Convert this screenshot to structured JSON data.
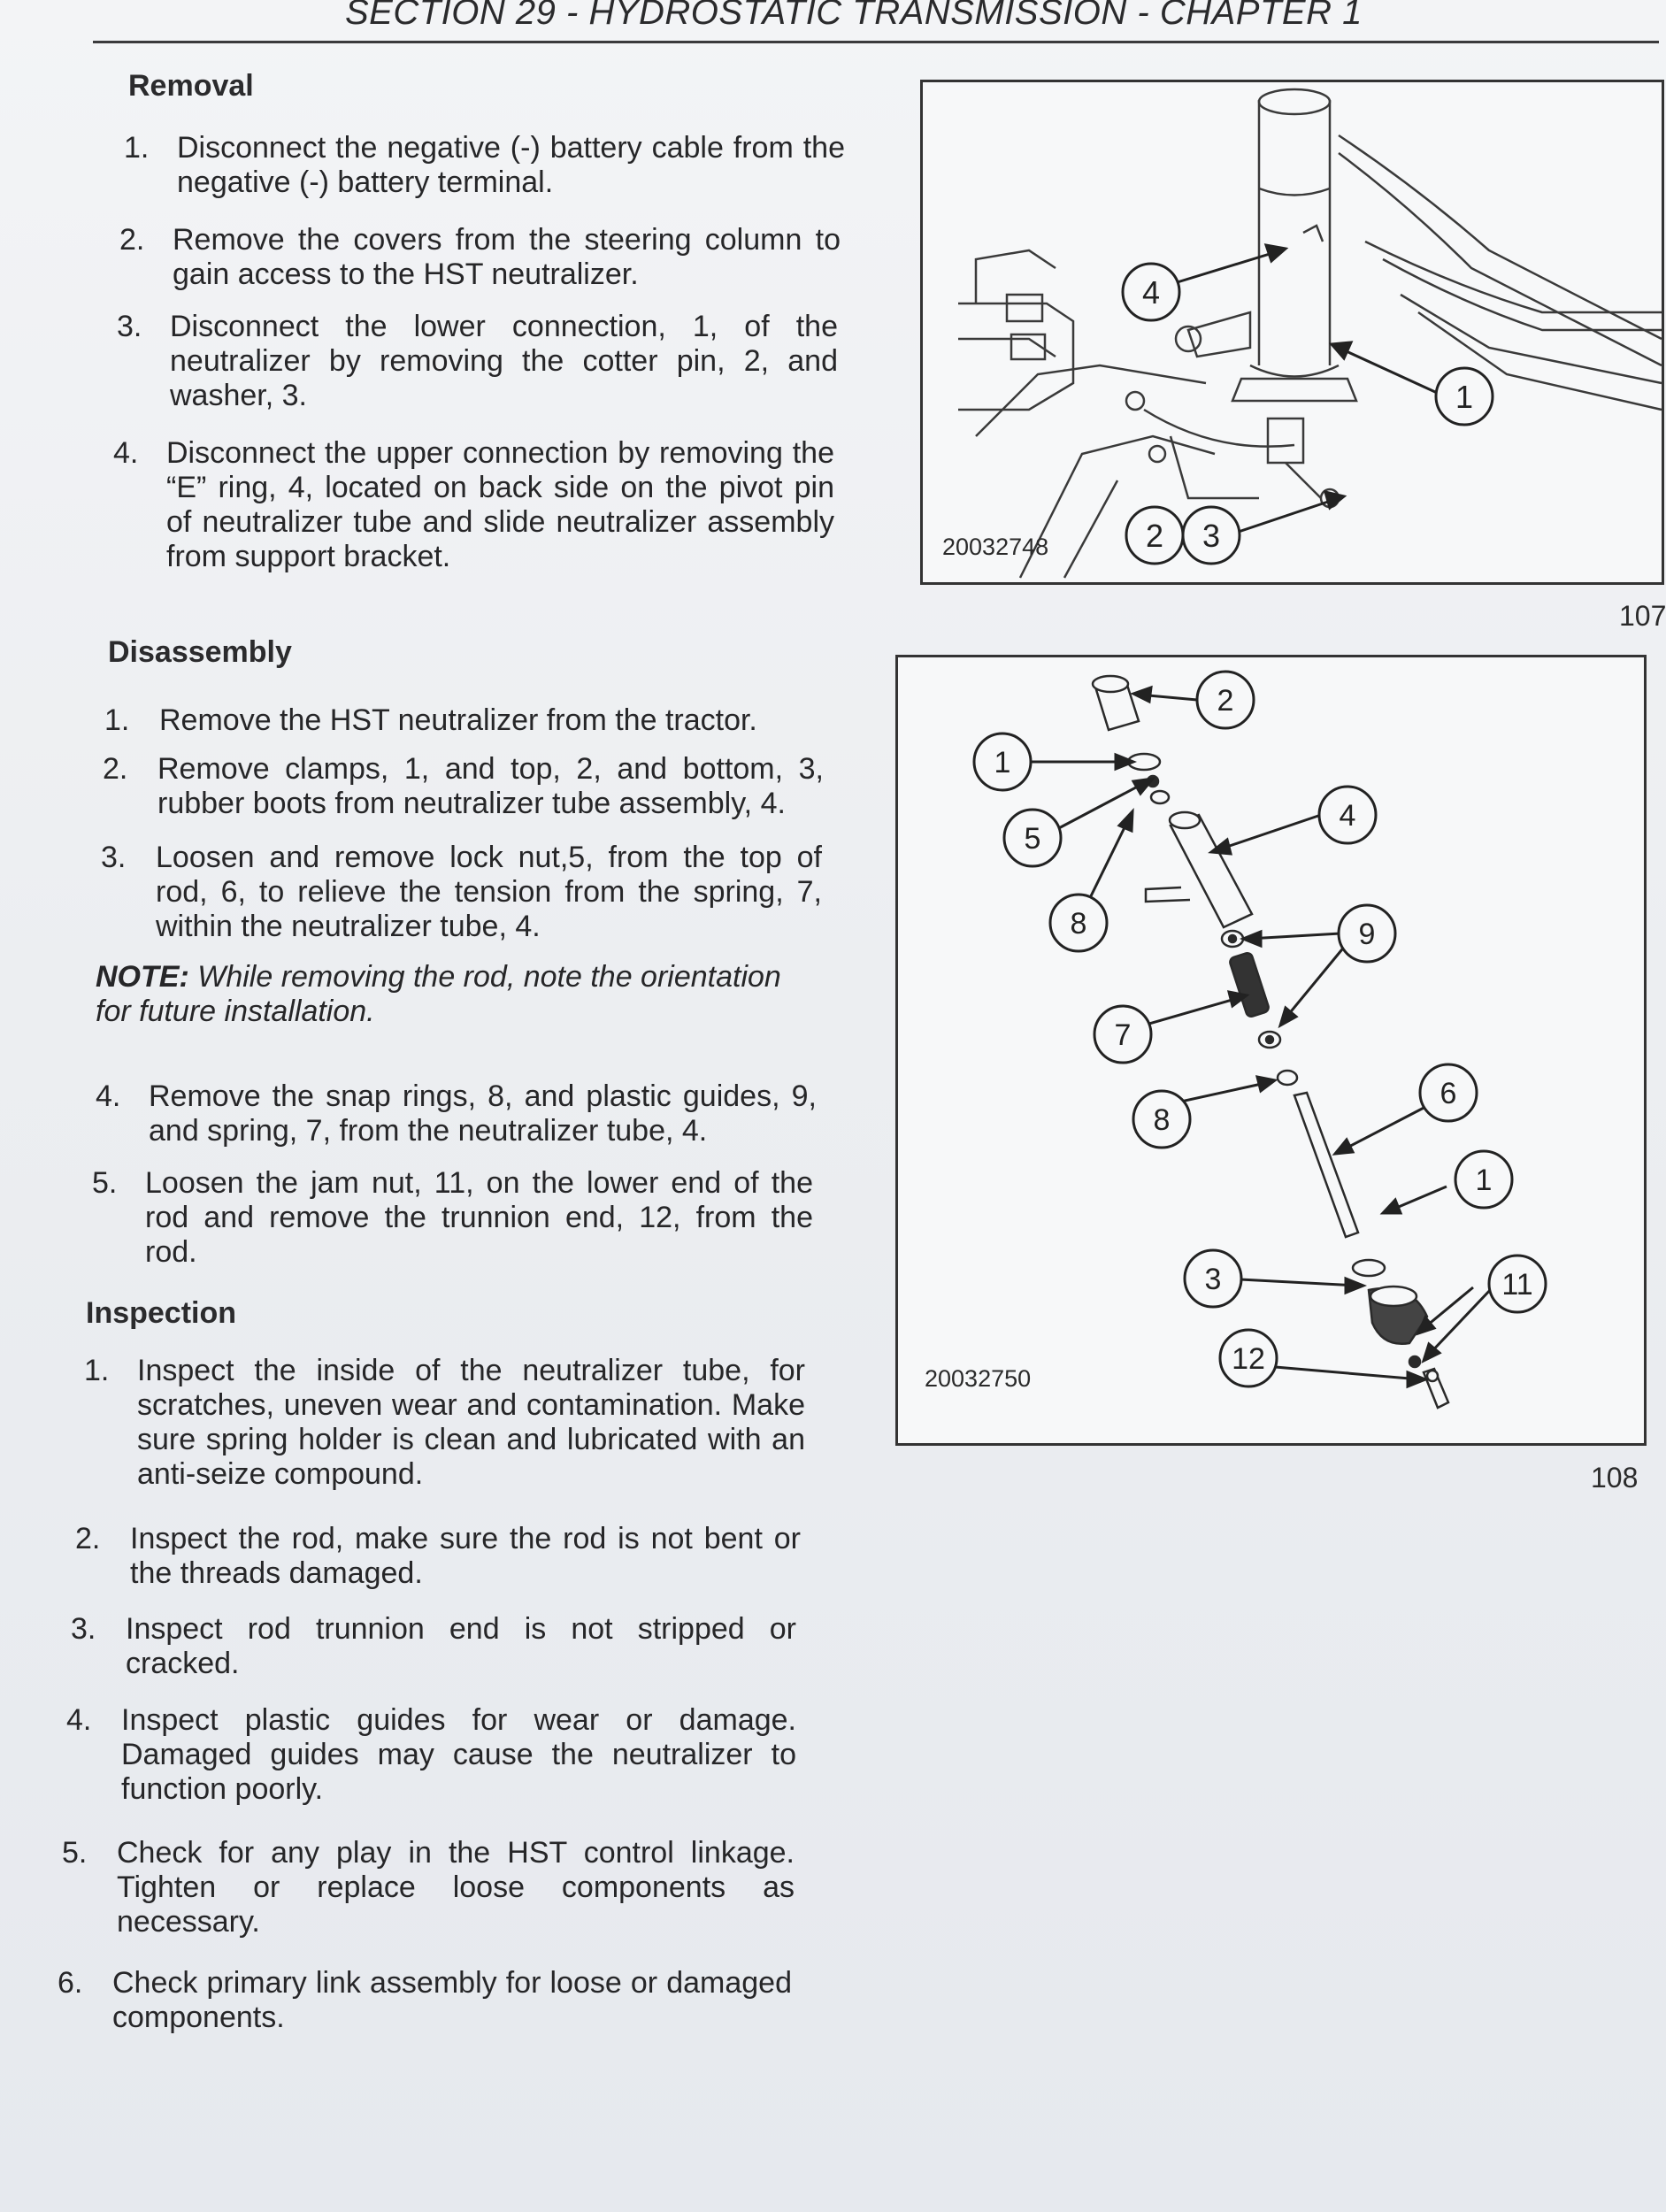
{
  "header": {
    "title": "SECTION 29 - HYDROSTATIC TRANSMISSION - CHAPTER 1"
  },
  "removal": {
    "heading": "Removal",
    "steps": [
      {
        "num": "1.",
        "text": "Disconnect the negative (-) battery cable from the negative (-) battery terminal."
      },
      {
        "num": "2.",
        "text": "Remove the covers from the steering column to gain access to the HST neutralizer."
      },
      {
        "num": "3.",
        "text": "Disconnect the lower connection, 1, of the neutralizer by removing the cotter pin, 2, and washer, 3."
      },
      {
        "num": "4.",
        "text": "Disconnect the upper connection by removing the “E” ring, 4, located on back side on the pivot pin of neutralizer tube and slide neutralizer assembly from support bracket."
      }
    ]
  },
  "disassembly": {
    "heading": "Disassembly",
    "steps": [
      {
        "num": "1.",
        "text": "Remove the HST neutralizer from the tractor."
      },
      {
        "num": "2.",
        "text": "Remove clamps, 1, and top, 2, and bottom, 3, rubber boots from neutralizer tube assembly, 4."
      },
      {
        "num": "3.",
        "text": "Loosen and remove lock nut,5, from the top of rod, 6, to relieve the tension from the spring, 7, within the neutralizer tube, 4."
      },
      {
        "num": "4.",
        "text": "Remove the snap rings, 8, and plastic guides, 9, and spring, 7, from the neutralizer tube, 4."
      },
      {
        "num": "5.",
        "text": "Loosen the jam nut, 11, on the lower end of the rod and remove the trunnion end, 12, from the rod."
      }
    ],
    "note_label": "NOTE:",
    "note_text": " While removing the rod, note the orientation for future installation."
  },
  "inspection": {
    "heading": "Inspection",
    "steps": [
      {
        "num": "1.",
        "text": "Inspect the inside of the neutralizer tube, for scratches, uneven wear and contamination. Make sure spring holder is clean and lubricated with an anti-seize compound."
      },
      {
        "num": "2.",
        "text": "Inspect the rod, make sure the rod is not bent or the threads damaged."
      },
      {
        "num": "3.",
        "text": "Inspect rod trunnion end is not stripped or cracked."
      },
      {
        "num": "4.",
        "text": "Inspect plastic guides for wear or damage. Damaged guides may cause the neutralizer to function poorly."
      },
      {
        "num": "5.",
        "text": "Check for any play in the HST control linkage. Tighten or replace loose components as necessary."
      },
      {
        "num": "6.",
        "text": "Check primary link assembly for loose or damaged components."
      }
    ]
  },
  "figures": {
    "fig107": {
      "id": "20032748",
      "number": "107",
      "callouts": [
        "4",
        "1",
        "2",
        "3"
      ]
    },
    "fig108": {
      "id": "20032750",
      "number": "108",
      "callouts": [
        "2",
        "1",
        "5",
        "4",
        "8",
        "9",
        "7",
        "6",
        "8",
        "1",
        "3",
        "11",
        "12"
      ]
    }
  }
}
